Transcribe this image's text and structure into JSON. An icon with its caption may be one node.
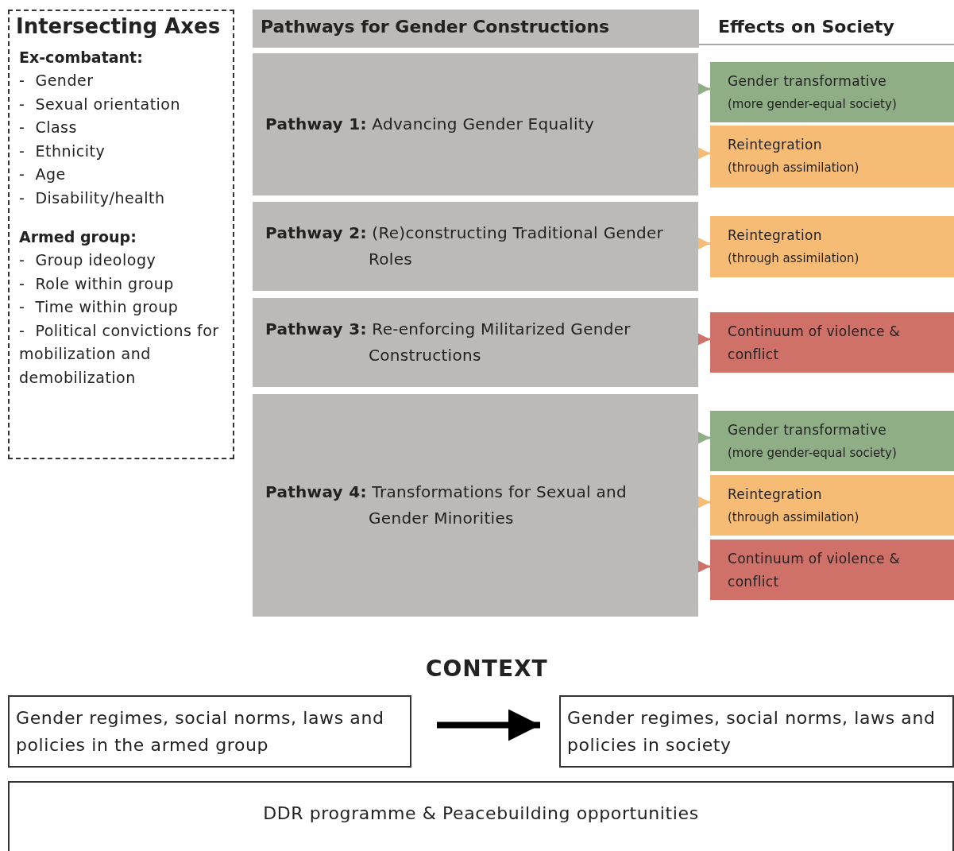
{
  "diagram": {
    "nodes": [
      {
        "text": [
          "Intersecting Axes",
          "Ex-combatant:",
          "-  Gender",
          "-  Sexual orientation",
          "-  Class",
          "-  Ethnicity",
          "-  Age",
          "-  Disability/health",
          "Armed group:",
          "-  Group ideology",
          "-  Role within group",
          "-  Time within group",
          "-  Political convictions for mobilization and demobilization"
        ]
      },
      {
        "text": [
          "Pathways for Gender Constructions"
        ]
      },
      {
        "text": [
          "Effects on Society"
        ]
      },
      {
        "text": [
          "**Pathway 1:** Advancing Gender Equality"
        ]
      },
      {
        "text": [
          "Gender transformative",
          "(more gender-equal society)"
        ]
      },
      {
        "text": [
          "Reintegration",
          "(through assimilation)"
        ]
      },
      {
        "text": [
          "**Pathway 2:** (Re)constructing Traditional Gender Roles"
        ]
      },
      {
        "text": [
          "Reintegration",
          "(through assimilation)"
        ]
      },
      {
        "text": [
          "**Pathway 3:** Re-enforcing Militarized Gender Constructions"
        ]
      },
      {
        "text": [
          "Continuum of violence & conflict"
        ]
      },
      {
        "text": [
          "**Pathway 4:** Transformations for Sexual and Gender Minorities"
        ]
      },
      {
        "text": [
          "Gender transformative",
          "(more gender-equal society)"
        ]
      },
      {
        "text": [
          "Reintegration",
          "(through assimilation)"
        ]
      },
      {
        "text": [
          "Continuum of violence & conflict"
        ]
      },
      {
        "text": [
          "Gender regimes, social norms, laws and policies in the armed group"
        ]
      },
      {
        "text": [
          "Gender regimes, social norms, laws and policies in society"
        ]
      },
      {
        "text": [
          "DDR programme & Peacebuilding opportunities"
        ]
      }
    ],
    "edges": [
      {
        "from": 3,
        "to": 4,
        "arrow": "to",
        "color": "#8fae86"
      },
      {
        "from": 3,
        "to": 5,
        "arrow": "to",
        "color": "#f6bb74"
      },
      {
        "from": 6,
        "to": 7,
        "arrow": "to",
        "color": "#f6bb74"
      },
      {
        "from": 8,
        "to": 9,
        "arrow": "to",
        "color": "#cf7168"
      },
      {
        "from": 10,
        "to": 11,
        "arrow": "to",
        "color": "#8fae86"
      },
      {
        "from": 10,
        "to": 12,
        "arrow": "to",
        "color": "#f6bb74"
      },
      {
        "from": 10,
        "to": 13,
        "arrow": "to",
        "color": "#cf7168"
      },
      {
        "from": 14,
        "to": 15,
        "arrow": "to",
        "style": "thick",
        "color": "#000000"
      }
    ],
    "labels": [
      "CONTEXT"
    ]
  }
}
